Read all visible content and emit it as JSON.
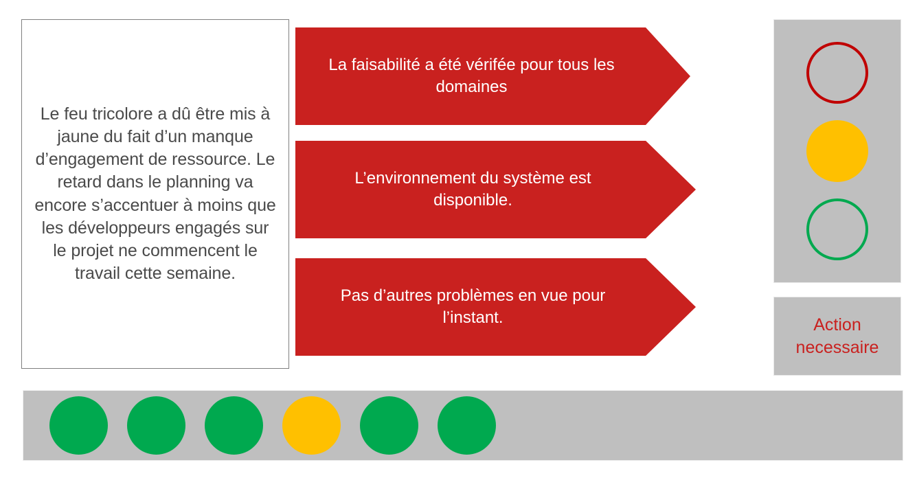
{
  "commentary": {
    "text": "Le feu tricolore a dû être mis à jaune du fait d’un manque d’engagement de ressource. Le retard dans le planning va encore s’accentuer à moins que les développeurs engagés sur le projet ne commencent le travail cette semaine."
  },
  "statements": [
    {
      "id": "feasibility",
      "text": "La faisabilité a été vérifée pour tous les domaines"
    },
    {
      "id": "environment",
      "text": "L’environnement du système est disponible."
    },
    {
      "id": "no-issues",
      "text": "Pas d’autres problèmes en vue pour l’instant."
    }
  ],
  "traffic_light": {
    "lamps": [
      {
        "id": "red",
        "state": "off",
        "color": "#C00000"
      },
      {
        "id": "amber",
        "state": "on",
        "color": "#FFC000"
      },
      {
        "id": "green",
        "state": "off",
        "color": "#00A94F"
      }
    ],
    "panel_color": "#BFBFBF"
  },
  "action": {
    "label": "Action\nnecessaire",
    "color": "#C9211F"
  },
  "milestones": {
    "items": [
      {
        "index": 1,
        "status": "green",
        "color": "#00A94F"
      },
      {
        "index": 2,
        "status": "green",
        "color": "#00A94F"
      },
      {
        "index": 3,
        "status": "green",
        "color": "#00A94F"
      },
      {
        "index": 4,
        "status": "amber",
        "color": "#FFC000"
      },
      {
        "index": 5,
        "status": "green",
        "color": "#00A94F"
      },
      {
        "index": 6,
        "status": "green",
        "color": "#00A94F"
      }
    ],
    "strip_color": "#BFBFBF"
  },
  "theme": {
    "arrow_red": "#C9211F",
    "text_gray": "#4A4A4A",
    "border_gray": "#7F7F7F"
  }
}
